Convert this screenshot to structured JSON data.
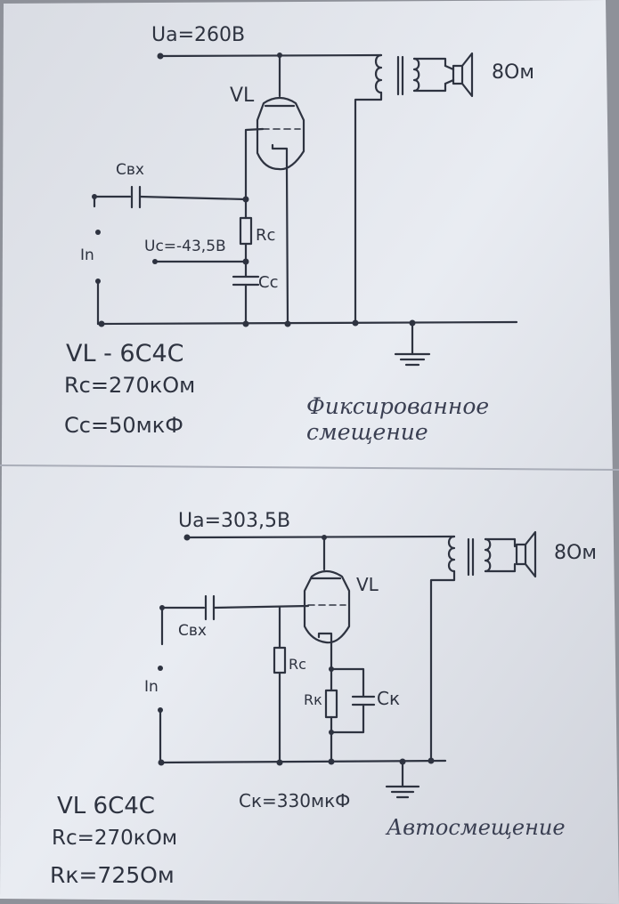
{
  "top": {
    "ua": "Ua=260B",
    "tube": "VL",
    "speaker_ohms": "8Ом",
    "cvx": "Cвх",
    "uc": "Uc=-43,5B",
    "rc": "Rc",
    "cc": "Cc",
    "in": "In",
    "spec_tube": "VL - 6C4C",
    "spec_rc": "Rc=270кОм",
    "spec_cc": "Cc=50мкФ",
    "title_line1": "Фиксированное",
    "title_line2": "смещение"
  },
  "bottom": {
    "ua": "Ua=303,5B",
    "tube": "VL",
    "speaker_ohms": "8Ом",
    "cvx": "Cвх",
    "rc": "Rc",
    "rk": "Rк",
    "ck": "Cк",
    "in": "In",
    "ck_value": "Cк=330мкФ",
    "spec_tube": "VL 6C4C",
    "spec_rc": "Rc=270кОм",
    "spec_rk": "Rк=725Ом",
    "title": "Автосмещение"
  },
  "colors": {
    "paper": "#e6e9ef",
    "ink": "#2e3340",
    "shade": "#8e9199"
  }
}
